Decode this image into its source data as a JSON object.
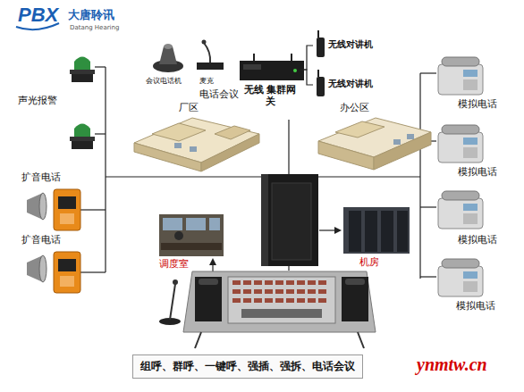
{
  "diagram": {
    "caption": "组呼、群呼、一键呼、强插、强拆、电话会议",
    "nodes": [
      {
        "text": [
          "会议电话机",
          "麦克",
          "电话会议"
        ]
      },
      {
        "text": [
          "无线 集群网关"
        ]
      },
      {
        "text": [
          "无线对讲机"
        ]
      },
      {
        "text": [
          "无线对讲机"
        ]
      },
      {
        "text": [
          "厂区"
        ]
      },
      {
        "text": [
          "办公区"
        ]
      },
      {
        "text": [
          "调度室"
        ]
      },
      {
        "text": [
          "机房"
        ]
      }
    ],
    "edges": [
      {
        "from": 1,
        "to": 2,
        "arrow": "none"
      },
      {
        "from": 1,
        "to": 3,
        "arrow": "none"
      }
    ],
    "labels": [
      "PBX",
      "大唐聆讯",
      "Datang Hearing",
      "声光报警",
      "扩音电话",
      "扩音电话",
      "模拟电话",
      "模拟电话",
      "模拟电话",
      "模拟电话",
      "ynmtw.cn"
    ]
  }
}
